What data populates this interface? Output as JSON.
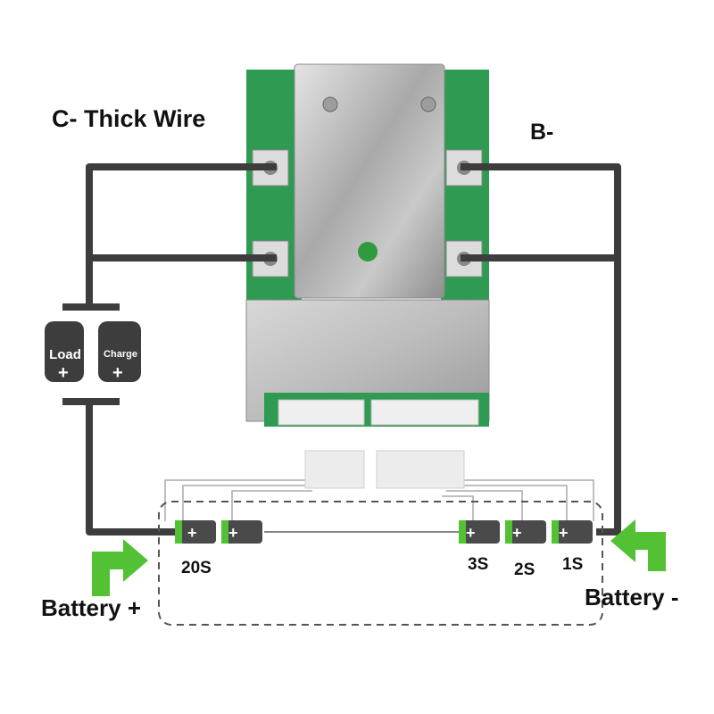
{
  "labels": {
    "c_minus": "C- Thick Wire",
    "b_minus": "B-",
    "battery_plus": "Battery +",
    "battery_minus": "Battery -",
    "load": "Load",
    "load_plus": "+",
    "charge": "Charge",
    "charge_plus": "+",
    "cells": [
      "20S",
      "3S",
      "2S",
      "1S"
    ]
  },
  "colors": {
    "wire": "#3d3d3d",
    "pcb": "#2e9a52",
    "metal_plate": "#b5b5b5",
    "arrow": "#52c234",
    "cell_body": "#4a4a4a",
    "cell_terminal": "#52c234",
    "connector": "#e6e6e6",
    "dashed_box": "#555555"
  }
}
